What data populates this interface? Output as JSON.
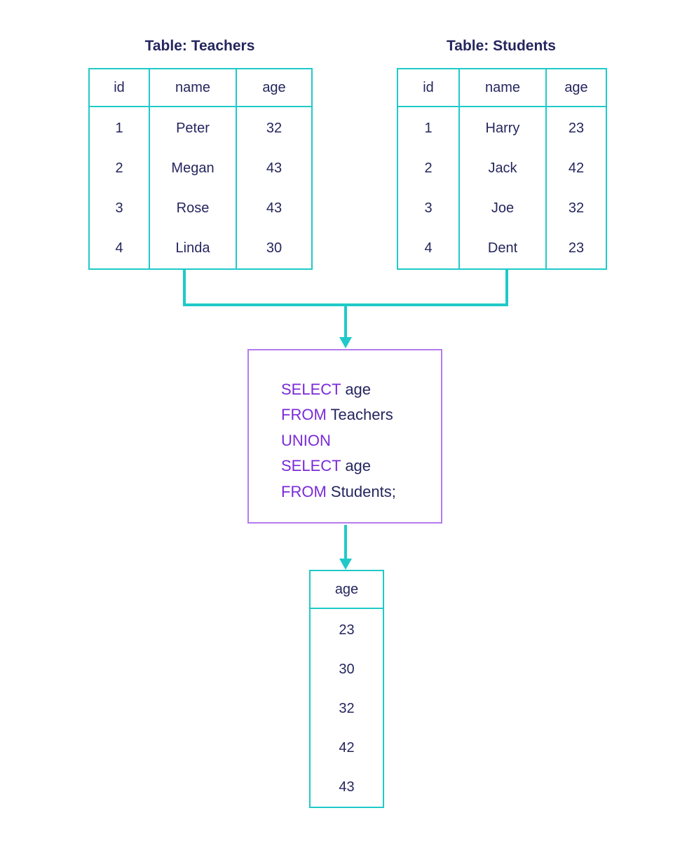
{
  "colors": {
    "table_border": "#20c9c9",
    "query_border": "#b57af0",
    "keyword": "#7a2ad8",
    "text": "#25265e",
    "connector": "#20c9c9"
  },
  "teachers": {
    "title": "Table: Teachers",
    "headers": [
      "id",
      "name",
      "age"
    ],
    "rows": [
      [
        "1",
        "Peter",
        "32"
      ],
      [
        "2",
        "Megan",
        "43"
      ],
      [
        "3",
        "Rose",
        "43"
      ],
      [
        "4",
        "Linda",
        "30"
      ]
    ]
  },
  "students": {
    "title": "Table: Students",
    "headers": [
      "id",
      "name",
      "age"
    ],
    "rows": [
      [
        "1",
        "Harry",
        "23"
      ],
      [
        "2",
        "Jack",
        "42"
      ],
      [
        "3",
        "Joe",
        "32"
      ],
      [
        "4",
        "Dent",
        "23"
      ]
    ]
  },
  "query": {
    "lines": [
      {
        "keyword": "SELECT",
        "rest": "age"
      },
      {
        "keyword": "FROM",
        "rest": "Teachers"
      },
      {
        "keyword": "UNION",
        "rest": ""
      },
      {
        "keyword": "SELECT",
        "rest": "age"
      },
      {
        "keyword": "FROM",
        "rest": "Students;"
      }
    ]
  },
  "result": {
    "headers": [
      "age"
    ],
    "rows": [
      [
        "23"
      ],
      [
        "30"
      ],
      [
        "32"
      ],
      [
        "42"
      ],
      [
        "43"
      ]
    ]
  }
}
